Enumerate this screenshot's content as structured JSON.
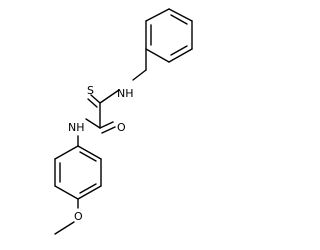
{
  "molecule": {
    "atoms": {
      "sulfur": "S",
      "oxygen_carbonyl": "O",
      "oxygen_methoxy": "O",
      "nh_benzyl": "NH",
      "nh_aryl": "NH"
    },
    "colors": {
      "bond": "#000000",
      "label": "#000000",
      "background": "#ffffff"
    }
  }
}
